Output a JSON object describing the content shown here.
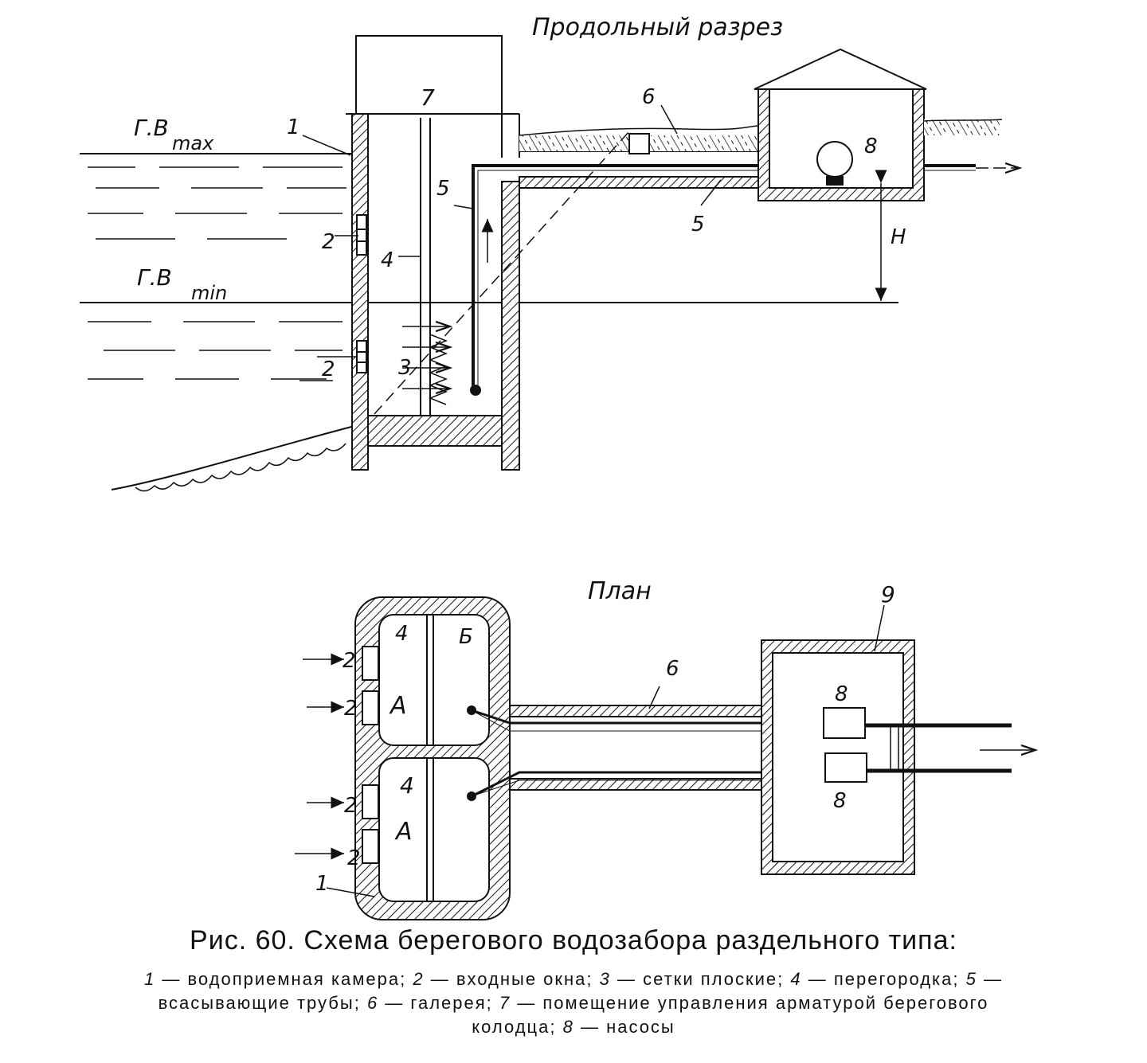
{
  "section_title": "Продольный разрез",
  "plan_title": "План",
  "labels": {
    "gv_max": "Г.В",
    "gv_max_sub": "max",
    "gv_min": "Г.В",
    "gv_min_sub": "min",
    "n1": "1",
    "n2": "2",
    "n3": "3",
    "n4": "4",
    "n5": "5",
    "n6": "6",
    "n7": "7",
    "n8": "8",
    "n9": "9",
    "head": "H",
    "chamber_a": "А",
    "chamber_b": "Б"
  },
  "caption": {
    "title": "Рис. 60. Схема берегового водозабора раздельного типа:",
    "legend": [
      {
        "num": "1",
        "text": " — водоприемная камера; "
      },
      {
        "num": "2",
        "text": " — входные окна; "
      },
      {
        "num": "3",
        "text": " — сетки плоские; "
      },
      {
        "num": "4",
        "text": " — перегородка; "
      },
      {
        "num": "5",
        "text": " — всасывающие трубы; "
      },
      {
        "num": "6",
        "text": " — галерея; "
      },
      {
        "num": "7",
        "text": " — помещение управления арматурой берегового колодца; "
      },
      {
        "num": "8",
        "text": " — насосы"
      }
    ]
  },
  "colors": {
    "ink": "#111111",
    "paper": "#ffffff"
  }
}
